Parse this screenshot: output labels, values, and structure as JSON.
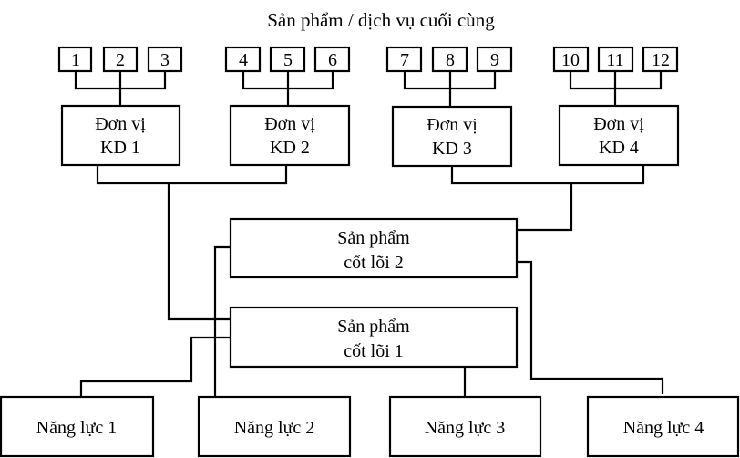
{
  "title": "Sản phẩm / dịch vụ cuối cùng",
  "end_products": [
    "1",
    "2",
    "3",
    "4",
    "5",
    "6",
    "7",
    "8",
    "9",
    "10",
    "11",
    "12"
  ],
  "business_units": [
    {
      "line1": "Đơn vị",
      "line2": "KD 1"
    },
    {
      "line1": "Đơn vị",
      "line2": "KD 2"
    },
    {
      "line1": "Đơn vị",
      "line2": "KD 3"
    },
    {
      "line1": "Đơn vị",
      "line2": "KD 4"
    }
  ],
  "core_products": [
    {
      "line1": "Sản phẩm",
      "line2": "cốt lõi 2"
    },
    {
      "line1": "Sản phẩm",
      "line2": "cốt lõi 1"
    }
  ],
  "competencies": [
    "Năng lực 1",
    "Năng lực 2",
    "Năng lực 3",
    "Năng lực 4"
  ]
}
